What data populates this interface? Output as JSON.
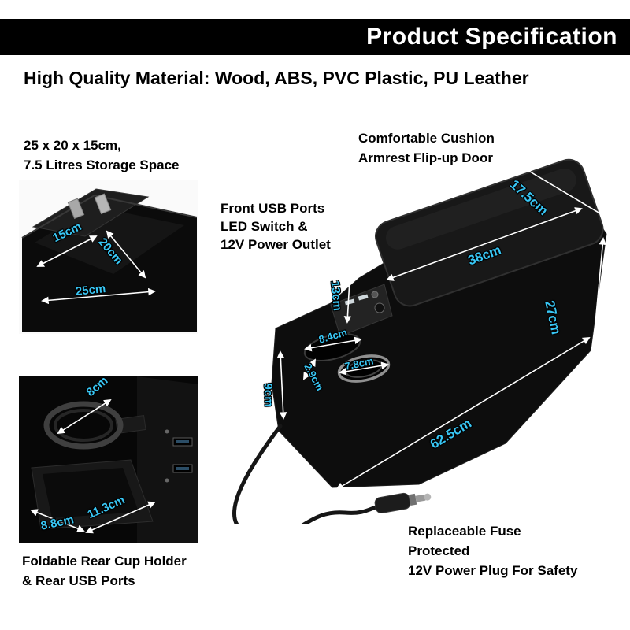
{
  "header": {
    "title": "Product Specification"
  },
  "materials_line": "High Quality Material: Wood, ABS, PVC Plastic, PU Leather",
  "callouts": {
    "storage": {
      "lines": [
        "25 x 20 x 15cm,",
        "7.5 Litres Storage Space"
      ]
    },
    "cushion": {
      "lines": [
        "Comfortable Cushion",
        "Armrest Flip-up Door"
      ]
    },
    "front_ports n": {
      "note": ""
    },
    "front_ports": {
      "lines": [
        "Front USB Ports",
        "LED Switch &",
        "12V Power Outlet"
      ]
    },
    "cup_holder": {
      "lines": [
        "Foldable Rear Cup Holder",
        "& Rear USB Ports"
      ]
    },
    "fuse": {
      "lines": [
        "Replaceable Fuse",
        "Protected",
        "12V Power Plug For Safety"
      ]
    }
  },
  "dims": {
    "accent_color": "#38c6f4",
    "storage_box": {
      "height": "15cm",
      "depth": "20cm",
      "width": "25cm"
    },
    "console": {
      "lid_width": "17.5cm",
      "lid_length": "38cm",
      "rear_height": "27cm",
      "panel_height": "13cm",
      "tray_length": "8.4cm",
      "cup_diameter": "7.8cm",
      "tray_width": "2.9cm",
      "front_height": "9cm",
      "total_length": "62.5cm"
    },
    "cup_holder": {
      "ring_diameter": "8cm",
      "tray_depth": "8.8cm",
      "tray_width": "11.3cm"
    }
  }
}
